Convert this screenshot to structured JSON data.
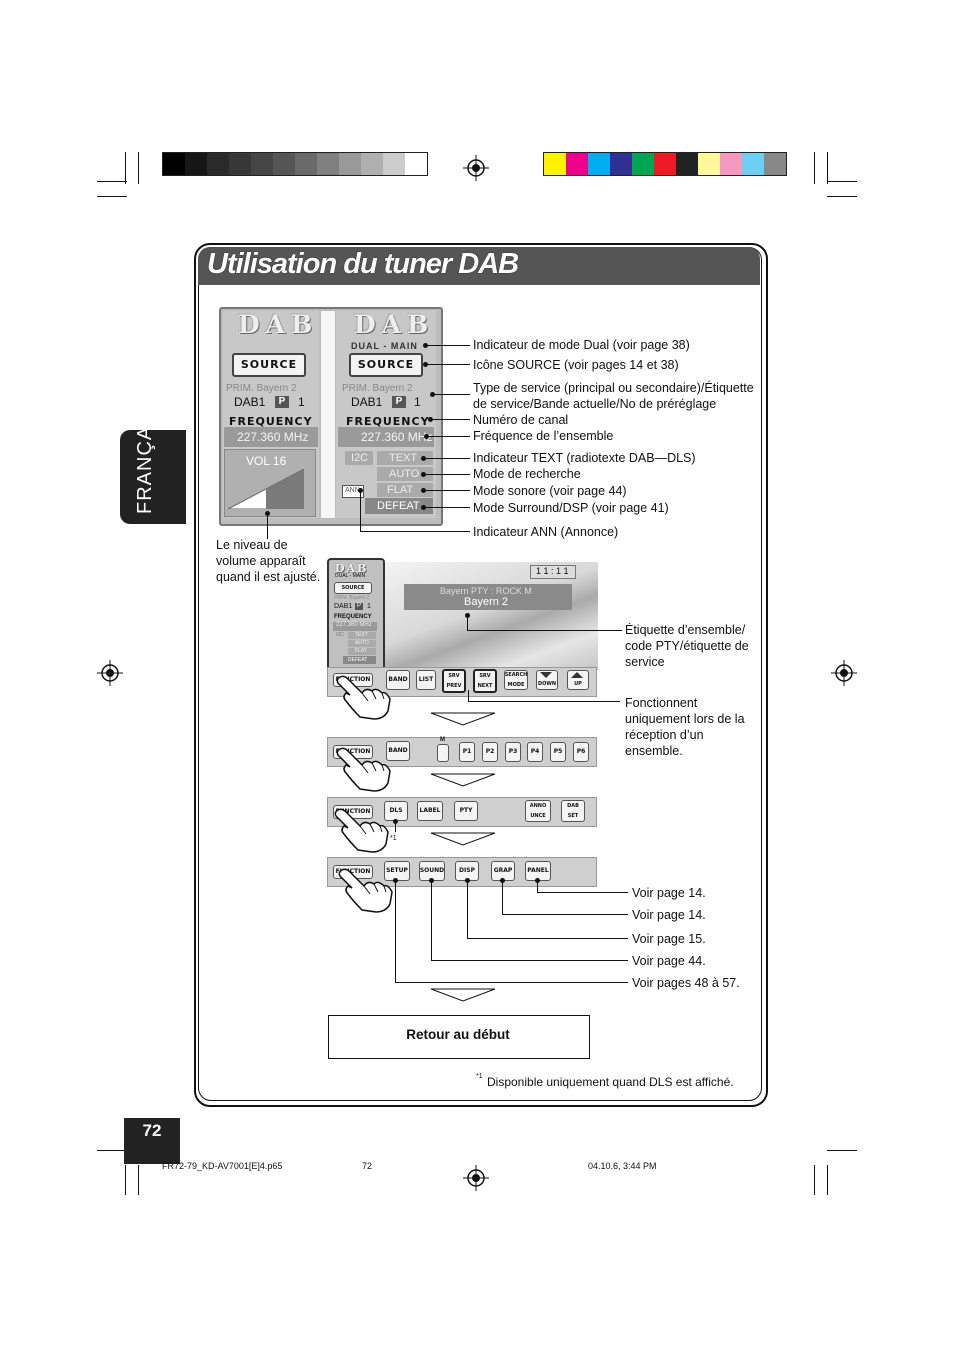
{
  "page_title": "Utilisation du tuner DAB",
  "language_tab": "FRANÇAIS",
  "page_number": "72",
  "colors": {
    "title_bar": "#555555",
    "accent_dark": "#222222"
  },
  "gray_bar": [
    "#000000",
    "#161616",
    "#2a2a2a",
    "#373737",
    "#454545",
    "#555555",
    "#6a6a6a",
    "#808080",
    "#999999",
    "#b0b0b0",
    "#cccccc",
    "#ffffff"
  ],
  "color_bar": [
    "#fff200",
    "#ec008c",
    "#00aeef",
    "#2e3192",
    "#00a651",
    "#ed1c24",
    "#222222",
    "#fff799",
    "#f49ac1",
    "#6dcff6",
    "#888888"
  ],
  "display_panel": {
    "dab_left": "DAB",
    "dab_right": "DAB",
    "dual_main": "DUAL - MAIN",
    "source": "SOURCE",
    "prim": "PRIM.   Bayern 2",
    "band": "DAB1",
    "preset_icon": "P",
    "channel": "1",
    "frequency_label": "FREQUENCY",
    "frequency": "227.360 MHz",
    "vol": "VOL 16",
    "i2c": "I2C",
    "text": "TEXT",
    "auto": "AUTO",
    "flat": "FLAT",
    "ann": "ANN",
    "defeat": "DEFEAT"
  },
  "callouts": {
    "dual": "Indicateur de mode Dual (voir page 38)",
    "source": "Icône SOURCE (voir pages 14 et 38)",
    "type_service_1": "Type de service (principal ou secondaire)/Étiquette",
    "type_service_2": "de service/Bande actuelle/No de préréglage",
    "canal": "Numéro de canal",
    "frequence": "Fréquence de l’ensemble",
    "text_ind": "Indicateur TEXT (radiotexte DAB—DLS)",
    "recherche": "Mode de recherche",
    "sonore": "Mode sonore (voir page 44)",
    "surround": "Mode Surround/DSP (voir page 41)",
    "ann": "Indicateur ANN (Annonce)",
    "volume": [
      "Le niveau de",
      "volume apparaît",
      "quand il est ajusté."
    ],
    "etiquette": [
      "Étiquette d’ensemble/",
      "code PTY/étiquette de",
      "service"
    ],
    "fonctionnent": [
      "Fonctionnent",
      "uniquement lors de la",
      "réception d’un",
      "ensemble."
    ],
    "voir_panel": "Voir page 14.",
    "voir_grap": "Voir page 14.",
    "voir_disp": "Voir page 15.",
    "voir_sound": "Voir page 44.",
    "voir_setup": "Voir pages 48 à 57."
  },
  "screen": {
    "time": "1 1 : 1 1",
    "line1": "Bayern    PTY : ROCK M",
    "line2": "Bayern 2",
    "small_dab": "DAB",
    "small_dual": "DUAL - MAIN",
    "small_source": "SOURCE",
    "small_prim": "PRIM. Bayern 2",
    "small_band": "DAB1",
    "small_p": "P",
    "small_ch": "1",
    "small_freq_label": "FREQUENCY",
    "small_freq": "227.360 MHz",
    "small_i2c": "I2C",
    "small_text": "TEXT",
    "small_auto": "AUTO",
    "small_flat": "FLAT",
    "small_defeat": "DEFEAT"
  },
  "bar1": [
    "FUNCTION",
    "BAND",
    "LIST",
    "SRV PREV",
    "SRV NEXT",
    "SEARCH MODE",
    "DOWN",
    "UP"
  ],
  "bar2": [
    "FUNCTION",
    "BAND",
    "M",
    "P1",
    "P2",
    "P3",
    "P4",
    "P5",
    "P6"
  ],
  "bar3": [
    "FUNCTION",
    "DLS",
    "LABEL",
    "PTY",
    "ANNO UNCE",
    "DAB SET"
  ],
  "bar4": [
    "FUNCTION",
    "SETUP",
    "SOUND",
    "DISP",
    "GRAP",
    "PANEL"
  ],
  "footnote_marker": "*1",
  "retour": "Retour au début",
  "footnote_sup": "*1",
  "footnote_text": "Disponible uniquement quand DLS est affiché.",
  "footer": {
    "file": "FR72-79_KD-AV7001[E]4.p65",
    "page": "72",
    "date": "04.10.6, 3:44 PM"
  }
}
